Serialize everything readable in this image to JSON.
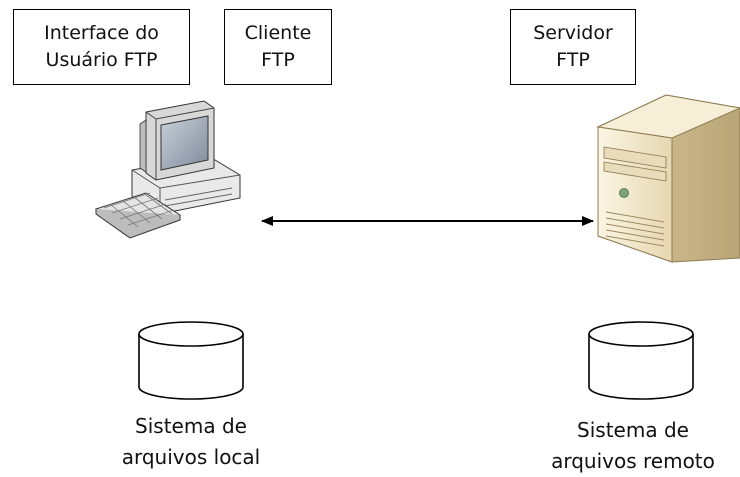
{
  "labels": {
    "ui_box": [
      "Interface do",
      "Usuário FTP"
    ],
    "client_box": [
      "Cliente",
      "FTP"
    ],
    "server_box": [
      "Servidor",
      "FTP"
    ],
    "local_fs": [
      "Sistema de",
      "arquivos local"
    ],
    "remote_fs": [
      "Sistema de",
      "arquivos remoto"
    ]
  },
  "icons": {
    "client": "desktop-computer-icon",
    "server": "tower-server-icon",
    "storage": "database-cylinder-icon"
  },
  "colors": {
    "line": "#000000",
    "server_body": "#f1e6c9",
    "server_shadow": "#c9b98e",
    "monitor_screen": "#9fa8b5"
  }
}
